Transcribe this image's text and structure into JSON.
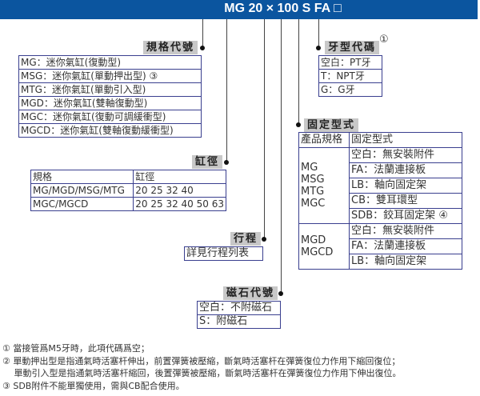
{
  "code": "MG 20 × 100 S FA □",
  "spec": {
    "label": "規格代號",
    "rows": [
      "MG：迷你氣缸(復動型)",
      "MSG：迷你氣缸(單動押出型) ③",
      "MTG：迷你氣缸(單動引入型)",
      "MGD：迷你氣缸(雙軸復動型)",
      "MGC：迷你氣缸(復動可調緩衝型)",
      "MGCD：迷你氣缸(雙軸復動緩衝型)"
    ]
  },
  "thread": {
    "label": "牙型代碼",
    "note": "①",
    "rows": [
      "空白：PT牙",
      "T：NPT牙",
      "G：G牙"
    ]
  },
  "mount": {
    "label": "固定型式",
    "header": [
      "產品規格",
      "固定型式"
    ],
    "group1": {
      "models": [
        "MG",
        "MSG",
        "MTG",
        "MGC"
      ],
      "options": [
        "空白：無安裝附件",
        "FA：法蘭連接板",
        "LB：軸向固定架",
        "CB：雙耳環型",
        "SDB：鉸耳固定架 ④"
      ]
    },
    "group2": {
      "models": [
        "MGD",
        "MGCD"
      ],
      "options": [
        "空白：無安裝附件",
        "FA：法蘭連接板",
        "LB：軸向固定架"
      ]
    }
  },
  "bore": {
    "label": "缸徑",
    "header": [
      "規格",
      "缸徑"
    ],
    "rows": [
      [
        "MG/MGD/MSG/MTG",
        "20 25 32 40"
      ],
      [
        "MGC/MGCD",
        "20 25 32 40 50 63"
      ]
    ]
  },
  "stroke": {
    "label": "行程",
    "value": "詳見行程列表"
  },
  "magnet": {
    "label": "磁石代號",
    "rows": [
      "空白：不附磁石",
      "S：附磁石"
    ]
  },
  "notes": [
    "① 當接管爲M5牙時，此項代碼爲空；",
    "② 單動押出型是指通氣時活塞杆伸出，前置彈簧被壓縮，斷氣時活塞杆在彈簧復位力作用下縮回復位；",
    "　 單動引入型是指通氣時活塞杆縮回，後置彈簧被壓縮，斷氣時活塞杆在彈簧復位力作用下伸出復位。",
    "③ SDB附件不能單獨使用，需與CB配合使用。"
  ]
}
